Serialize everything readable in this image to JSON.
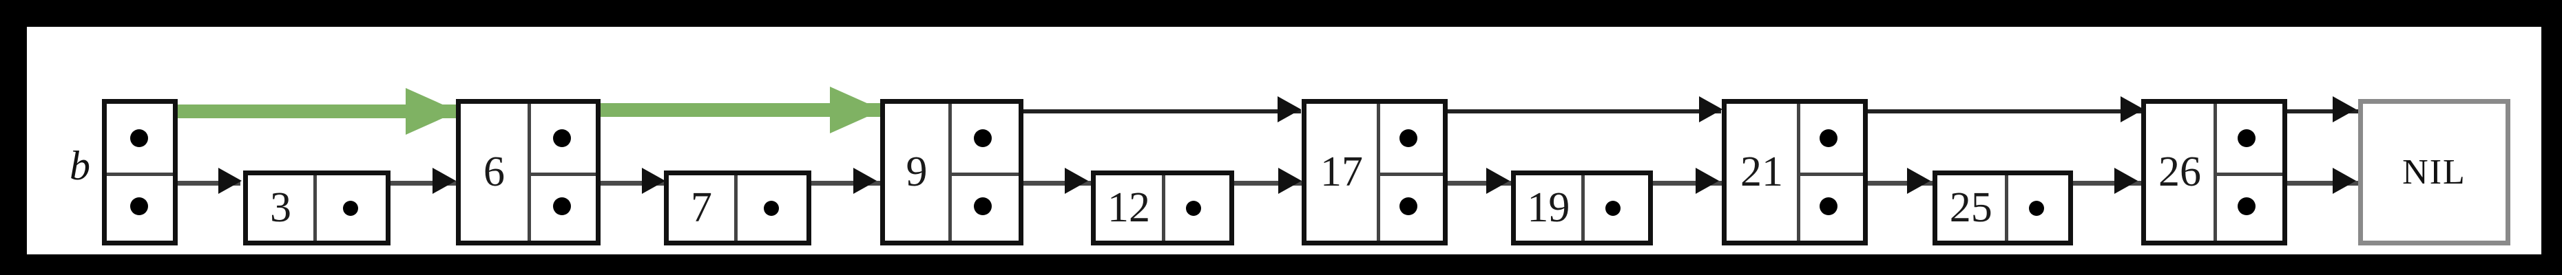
{
  "figure": {
    "kind": "skip-list-diagram",
    "pointer_label": "b",
    "nil_label": "NIL",
    "background_color": "#000000",
    "panel_color": "#ffffff",
    "node_border_color": "#111111",
    "nil_border_color": "#8a8a8a",
    "highlight_color": "#7fb263",
    "link_color": "#333333"
  },
  "chart_data": {
    "type": "diagram",
    "title": "",
    "levels": 2,
    "nodes": [
      {
        "id": "header",
        "key": "",
        "level": 2,
        "is_header": true
      },
      {
        "id": "n3",
        "key": "3",
        "level": 1
      },
      {
        "id": "n6",
        "key": "6",
        "level": 2
      },
      {
        "id": "n7",
        "key": "7",
        "level": 1
      },
      {
        "id": "n9",
        "key": "9",
        "level": 2
      },
      {
        "id": "n12",
        "key": "12",
        "level": 1
      },
      {
        "id": "n17",
        "key": "17",
        "level": 2
      },
      {
        "id": "n19",
        "key": "19",
        "level": 1
      },
      {
        "id": "n21",
        "key": "21",
        "level": 2
      },
      {
        "id": "n25",
        "key": "25",
        "level": 1
      },
      {
        "id": "n26",
        "key": "26",
        "level": 2
      },
      {
        "id": "nil",
        "key": "NIL",
        "level": 0,
        "is_nil": true
      }
    ],
    "top_level_links": [
      "header->6",
      "6->9",
      "9->17",
      "17->21",
      "21->26",
      "26->NIL"
    ],
    "bottom_level_links": [
      "header->3",
      "3->6",
      "6->7",
      "7->9",
      "9->12",
      "12->17",
      "17->19",
      "19->21",
      "21->25",
      "25->26",
      "26->NIL"
    ],
    "highlighted_links": [
      "header->6",
      "6->9"
    ]
  },
  "nodes": {
    "header": {
      "key": ""
    },
    "n3": {
      "key": "3"
    },
    "n6": {
      "key": "6"
    },
    "n7": {
      "key": "7"
    },
    "n9": {
      "key": "9"
    },
    "n12": {
      "key": "12"
    },
    "n17": {
      "key": "17"
    },
    "n19": {
      "key": "19"
    },
    "n21": {
      "key": "21"
    },
    "n25": {
      "key": "25"
    },
    "n26": {
      "key": "26"
    },
    "nil": {
      "key": "NIL"
    }
  }
}
